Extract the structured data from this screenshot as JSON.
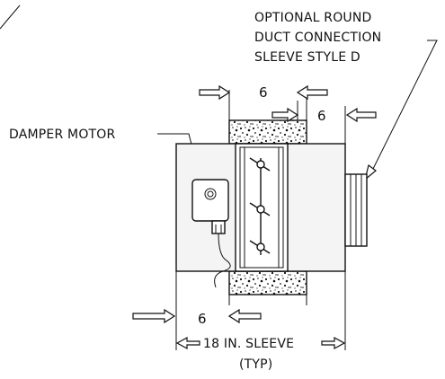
{
  "labels": {
    "optional_line1": "OPTIONAL ROUND",
    "optional_line2": "DUCT CONNECTION",
    "optional_line3": "SLEEVE STYLE D",
    "damper_motor": "DAMPER MOTOR",
    "dim_top_left": "6",
    "dim_top_right": "6",
    "dim_bottom": "6",
    "sleeve_length": "18 IN. SLEEVE",
    "typ": "(TYP)"
  }
}
